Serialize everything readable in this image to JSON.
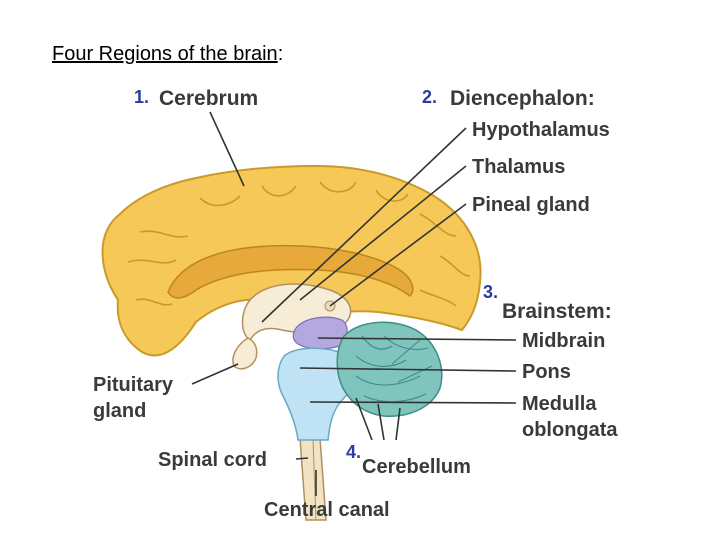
{
  "title": {
    "underlined": "Four Regions of the brain",
    "suffix": ":"
  },
  "regions": [
    {
      "number": "1.",
      "name": "Cerebrum"
    },
    {
      "number": "2.",
      "name": "Diencephalon:"
    },
    {
      "number": "3.",
      "name": "Brainstem:"
    },
    {
      "number": "4.",
      "name": "Cerebellum"
    }
  ],
  "labels": {
    "hypothalamus": "Hypothalamus",
    "thalamus": "Thalamus",
    "pineal_gland": "Pineal gland",
    "midbrain": "Midbrain",
    "pons": "Pons",
    "medulla_line1": "Medulla",
    "medulla_line2": "oblongata",
    "pituitary_line1": "Pituitary",
    "pituitary_line2": "gland",
    "spinal_cord": "Spinal cord",
    "central_canal": "Central canal"
  },
  "colors": {
    "cerebrum": "#f5c858",
    "cerebrum_fold": "#e6a93a",
    "diencephalon": "#f7ecd6",
    "midbrain": "#b3a8e0",
    "brainstem": "#bfe2f4",
    "cerebellum": "#7fc4bd",
    "number": "#2d3aa0",
    "label": "#3a3a3a"
  }
}
